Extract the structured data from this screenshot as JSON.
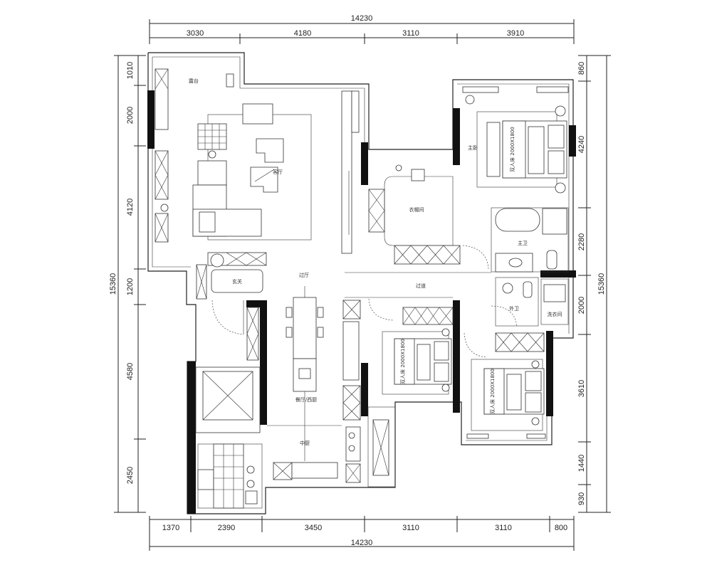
{
  "dimensions": {
    "top_total": "14230",
    "top_segments": [
      "3030",
      "4180",
      "3110",
      "3910"
    ],
    "bottom_segments": [
      "1370",
      "2390",
      "3450",
      "3110",
      "3110",
      "800"
    ],
    "bottom_total": "14230",
    "left_total": "15360",
    "left_segments": [
      "1010",
      "2000",
      "4120",
      "1200",
      "4580",
      "2450"
    ],
    "right_total": "15360",
    "right_segments": [
      "860",
      "4240",
      "2280",
      "2000",
      "3610",
      "1440",
      "930"
    ]
  },
  "rooms": {
    "balcony": "露台",
    "living_room": "客厅",
    "cloakroom": "衣帽间",
    "master_bedroom": "主卧",
    "master_bath": "主卫",
    "foyer": "玄关",
    "hallway": "过厅",
    "corridor": "过道",
    "guest_bath": "外卫",
    "laundry": "洗衣间",
    "dining": "餐厅/西厨",
    "kitchen": "中厨"
  },
  "bed_tags": [
    "双人床 2000X1800",
    "双人床 2000X1800",
    "双人床 2000X1800"
  ]
}
